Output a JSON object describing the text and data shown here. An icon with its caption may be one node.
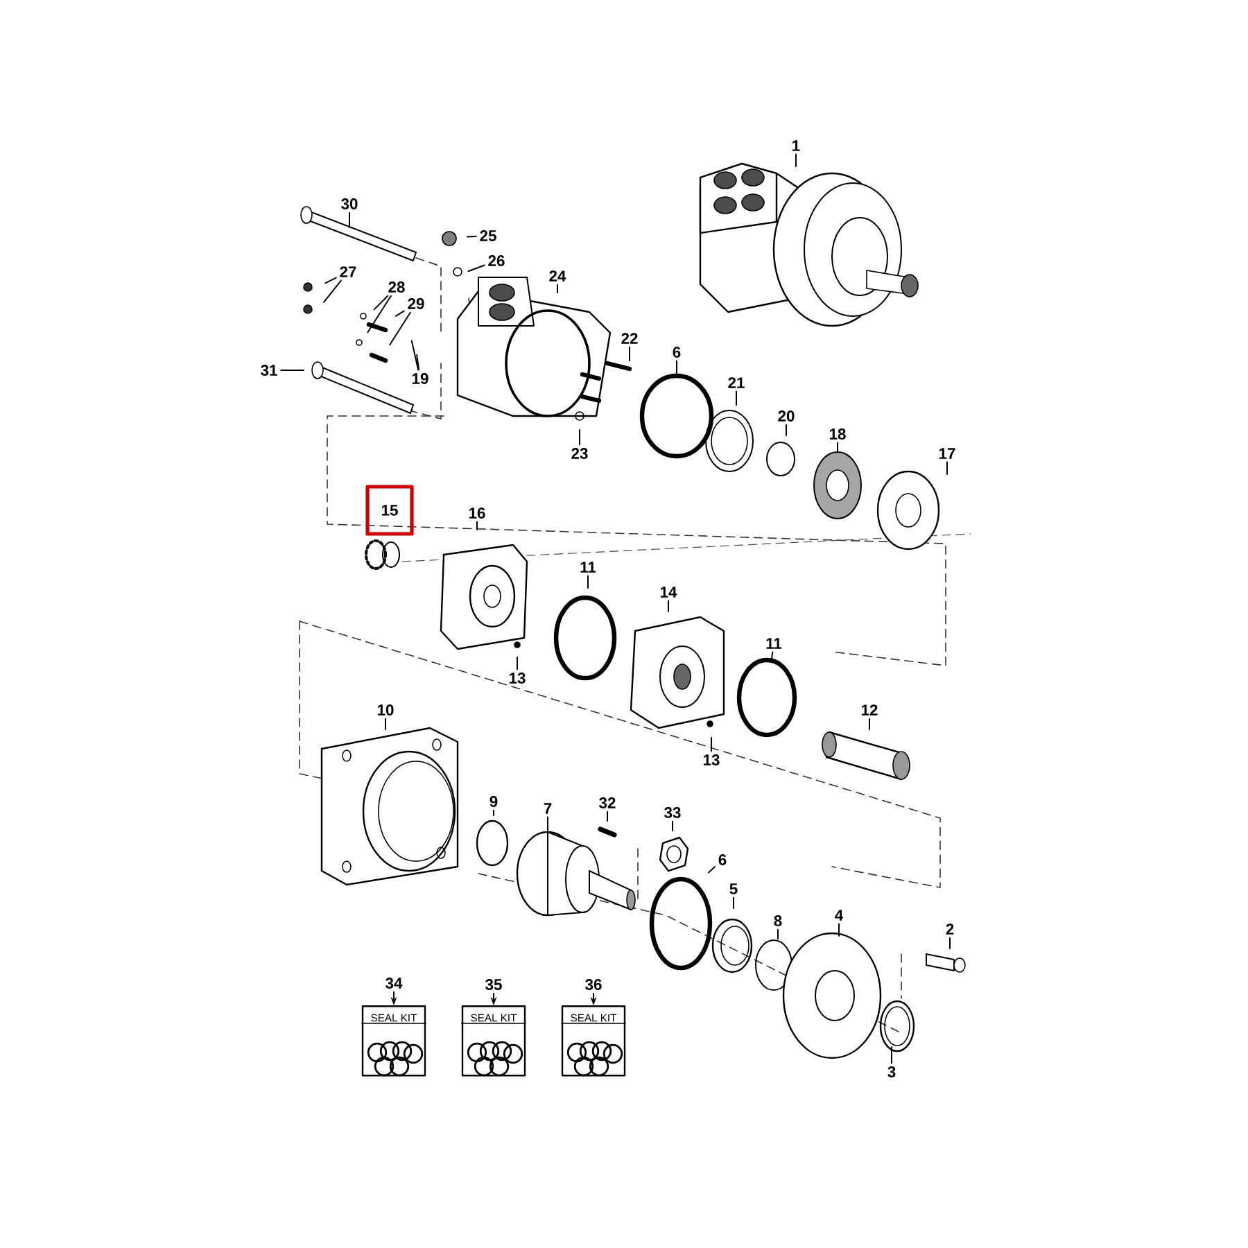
{
  "diagram": {
    "nodes": [
      {
        "text": [
          "1"
        ]
      },
      {
        "text": [
          "30"
        ]
      },
      {
        "text": [
          "25"
        ]
      },
      {
        "text": [
          "26"
        ]
      },
      {
        "text": [
          "27"
        ]
      },
      {
        "text": [
          "24"
        ]
      },
      {
        "text": [
          "28"
        ]
      },
      {
        "text": [
          "29"
        ]
      },
      {
        "text": [
          "22"
        ]
      },
      {
        "text": [
          "6"
        ]
      },
      {
        "text": [
          "31"
        ]
      },
      {
        "text": [
          "19"
        ]
      },
      {
        "text": [
          "21"
        ]
      },
      {
        "text": [
          "20"
        ]
      },
      {
        "text": [
          "18"
        ]
      },
      {
        "text": [
          "17"
        ]
      },
      {
        "text": [
          "23"
        ]
      },
      {
        "text": [
          "15"
        ]
      },
      {
        "text": [
          "16"
        ]
      },
      {
        "text": [
          "11"
        ]
      },
      {
        "text": [
          "14"
        ]
      },
      {
        "text": [
          "13"
        ]
      },
      {
        "text": [
          "11"
        ]
      },
      {
        "text": [
          "10"
        ]
      },
      {
        "text": [
          "12"
        ]
      },
      {
        "text": [
          "13"
        ]
      },
      {
        "text": [
          "9"
        ]
      },
      {
        "text": [
          "7"
        ]
      },
      {
        "text": [
          "32"
        ]
      },
      {
        "text": [
          "33"
        ]
      },
      {
        "text": [
          "6"
        ]
      },
      {
        "text": [
          "5"
        ]
      },
      {
        "text": [
          "8"
        ]
      },
      {
        "text": [
          "4"
        ]
      },
      {
        "text": [
          "2"
        ]
      },
      {
        "text": [
          "34"
        ]
      },
      {
        "text": [
          "35"
        ]
      },
      {
        "text": [
          "36"
        ]
      },
      {
        "text": [
          "SEAL KIT"
        ]
      },
      {
        "text": [
          "SEAL KIT"
        ]
      },
      {
        "text": [
          "SEAL KIT"
        ]
      },
      {
        "text": [
          "3"
        ]
      }
    ],
    "edges": [
      {
        "from": 0,
        "to": null,
        "arrow": "none"
      },
      {
        "from": 1,
        "to": null,
        "arrow": "none"
      },
      {
        "from": 2,
        "to": null,
        "arrow": "none"
      },
      {
        "from": 3,
        "to": null,
        "arrow": "none"
      },
      {
        "from": 4,
        "to": null,
        "arrow": "none"
      },
      {
        "from": 4,
        "to": null,
        "arrow": "none"
      },
      {
        "from": 5,
        "to": null,
        "arrow": "none"
      },
      {
        "from": 6,
        "to": null,
        "arrow": "none"
      },
      {
        "from": 6,
        "to": null,
        "arrow": "none"
      },
      {
        "from": 7,
        "to": null,
        "arrow": "none"
      },
      {
        "from": 7,
        "to": null,
        "arrow": "none"
      },
      {
        "from": 8,
        "to": null,
        "arrow": "none"
      },
      {
        "from": 9,
        "to": null,
        "arrow": "none"
      },
      {
        "from": 10,
        "to": null,
        "arrow": "none"
      },
      {
        "from": 11,
        "to": null,
        "arrow": "none"
      },
      {
        "from": 11,
        "to": null,
        "arrow": "none"
      },
      {
        "from": 12,
        "to": null,
        "arrow": "none"
      },
      {
        "from": 13,
        "to": null,
        "arrow": "none"
      },
      {
        "from": 14,
        "to": null,
        "arrow": "none"
      },
      {
        "from": 15,
        "to": null,
        "arrow": "none"
      },
      {
        "from": 16,
        "to": null,
        "arrow": "none"
      },
      {
        "from": 18,
        "to": null,
        "arrow": "none"
      },
      {
        "from": 19,
        "to": null,
        "arrow": "none"
      },
      {
        "from": 20,
        "to": null,
        "arrow": "none"
      },
      {
        "from": 21,
        "to": null,
        "arrow": "none"
      },
      {
        "from": 22,
        "to": null,
        "arrow": "none"
      },
      {
        "from": 23,
        "to": null,
        "arrow": "none"
      },
      {
        "from": 24,
        "to": null,
        "arrow": "none"
      },
      {
        "from": 25,
        "to": null,
        "arrow": "none"
      },
      {
        "from": 26,
        "to": null,
        "arrow": "none"
      },
      {
        "from": 27,
        "to": null,
        "arrow": "none"
      },
      {
        "from": 28,
        "to": null,
        "arrow": "none"
      },
      {
        "from": 29,
        "to": null,
        "arrow": "none"
      },
      {
        "from": 30,
        "to": null,
        "arrow": "none"
      },
      {
        "from": 31,
        "to": null,
        "arrow": "none"
      },
      {
        "from": 32,
        "to": null,
        "arrow": "none"
      },
      {
        "from": 33,
        "to": null,
        "arrow": "none"
      },
      {
        "from": 34,
        "to": null,
        "arrow": "none"
      },
      {
        "from": 35,
        "to": 38,
        "arrow": "to"
      },
      {
        "from": 36,
        "to": 39,
        "arrow": "to"
      },
      {
        "from": 37,
        "to": 40,
        "arrow": "to"
      },
      {
        "from": 41,
        "to": null,
        "arrow": "none"
      }
    ]
  }
}
